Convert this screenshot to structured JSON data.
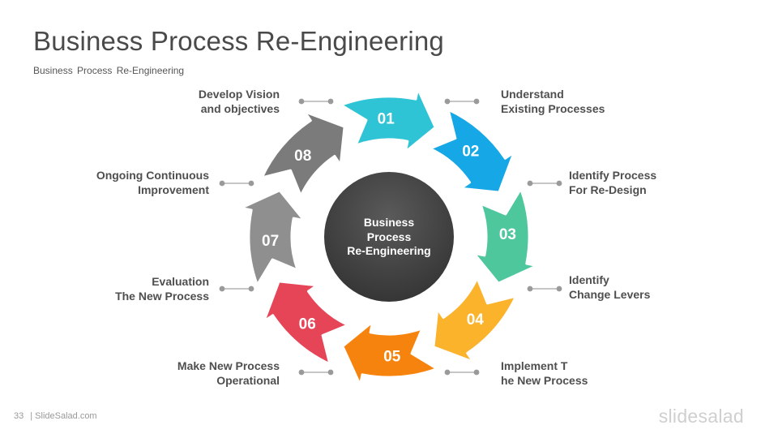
{
  "slide": {
    "title": "Business Process Re-Engineering",
    "subtitle": "Business Process Re-Engineering"
  },
  "center": {
    "lines": [
      "Business",
      "Process",
      "Re-Engineering"
    ],
    "color": "#3d3d3d"
  },
  "steps": [
    {
      "num": "01",
      "color": "#2ec4d6",
      "lines": [
        "Develop Vision",
        "and objectives"
      ]
    },
    {
      "num": "02",
      "color": "#16a7e6",
      "lines": [
        "Understand",
        "Existing Processes"
      ]
    },
    {
      "num": "03",
      "color": "#4fc79d",
      "lines": [
        "Identify Process",
        "For Re-Design"
      ]
    },
    {
      "num": "04",
      "color": "#fbb32c",
      "lines": [
        "Identify",
        "Change Levers"
      ]
    },
    {
      "num": "05",
      "color": "#f7830f",
      "lines": [
        "Implement T",
        "he New Process"
      ]
    },
    {
      "num": "06",
      "color": "#e64558",
      "lines": [
        "Make New Process",
        "Operational"
      ]
    },
    {
      "num": "07",
      "color": "#8f8f8f",
      "lines": [
        "Evaluation",
        "The New Process"
      ]
    },
    {
      "num": "08",
      "color": "#7b7b7b",
      "lines": [
        "Ongoing Continuous",
        "Improvement"
      ]
    }
  ],
  "footer": {
    "page": "33",
    "site": "| SlideSalad.com",
    "brand": "slidesalad"
  }
}
